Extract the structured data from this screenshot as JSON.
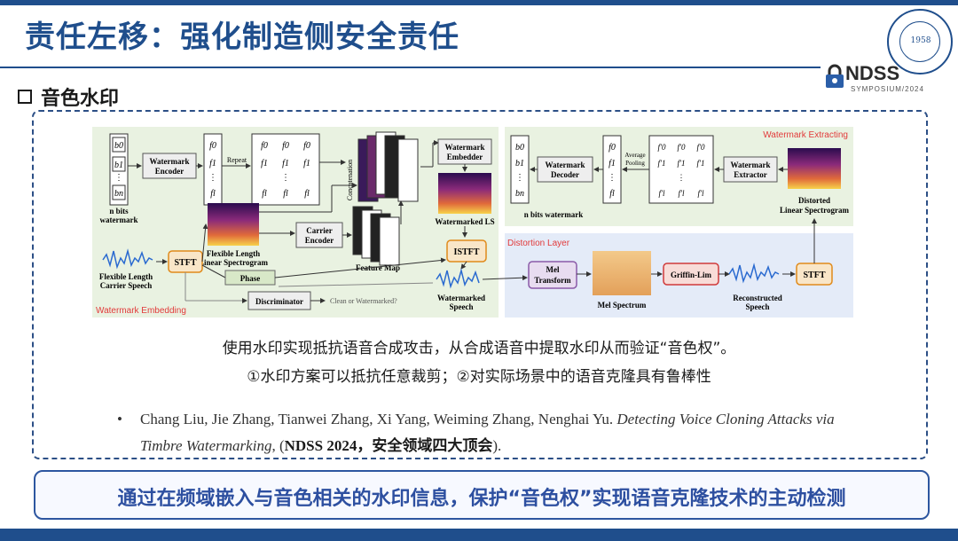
{
  "slide": {
    "title": "责任左移：强化制造侧安全责任",
    "section": "音色水印",
    "logo": {
      "year": "1958"
    },
    "ndss": {
      "name": "NDSS",
      "subtitle": "SYMPOSIUM/2024"
    },
    "caption_line1": "使用水印实现抵抗语音合成攻击，从合成语音中提取水印从而验证“音色权”。",
    "caption_line2": "①水印方案可以抵抗任意裁剪；②对实际场景中的语音克隆具有鲁棒性",
    "reference": {
      "bullet": "•",
      "authors": "Chang Liu, Jie Zhang, Tianwei Zhang, Xi Yang, Weiming Zhang, Nenghai Yu.",
      "paper_title": "Detecting Voice Cloning Attacks via Timbre Watermarking",
      "venue": "NDSS 2024",
      "venue_note": "，安全领域四大顶会"
    },
    "callout": "通过在频域嵌入与音色相关的水印信息，保护“音色权”实现语音克隆技术的主动检测"
  },
  "figure": {
    "embedding_label": "Watermark Embedding",
    "extracting_label": "Watermark Extracting",
    "distortion_label": "Distortion Layer",
    "bits_b0": "b0",
    "bits_b1": "b1",
    "bits_bn": "bn",
    "n_bits": "n bits",
    "watermark": "watermark",
    "wm_encoder_1": "Watermark",
    "wm_encoder_2": "Encoder",
    "repeat": "Repeat",
    "f0": "f0",
    "f1": "f1",
    "fl": "fl",
    "concatenation": "Concatenation",
    "wm_embedder_1": "Watermark",
    "wm_embedder_2": "Embedder",
    "watermarked_ls": "Watermarked LS",
    "flex_1": "Flexible Length",
    "flex_2": "Linear Spectrogram",
    "carrier_enc_1": "Carrier",
    "carrier_enc_2": "Encoder",
    "feature_map": "Feature Map",
    "stft": "STFT",
    "istft": "ISTFT",
    "carrier_1": "Flexible Length",
    "carrier_2": "Carrier Speech",
    "phase": "Phase",
    "discriminator": "Discriminator",
    "clean_or_wm": "Clean or Watermarked?",
    "wm_speech_1": "Watermarked",
    "wm_speech_2": "Speech",
    "mel_1": "Mel",
    "mel_2": "Transform",
    "mel_spectrum": "Mel Spectrum",
    "griffin": "Griffin-Lim",
    "recon_1": "Reconstructed",
    "recon_2": "Speech",
    "stft2": "STFT",
    "distorted_1": "Distorted",
    "distorted_2": "Linear Spectrogram",
    "extractor_1": "Watermark",
    "extractor_2": "Extractor",
    "avg_1": "Average",
    "avg_2": "Pooling",
    "decoder_1": "Watermark",
    "decoder_2": "Decoder",
    "n_bits_wm": "n bits watermark",
    "f0p": "f'0",
    "f1p": "f'1",
    "flp": "f'l"
  }
}
